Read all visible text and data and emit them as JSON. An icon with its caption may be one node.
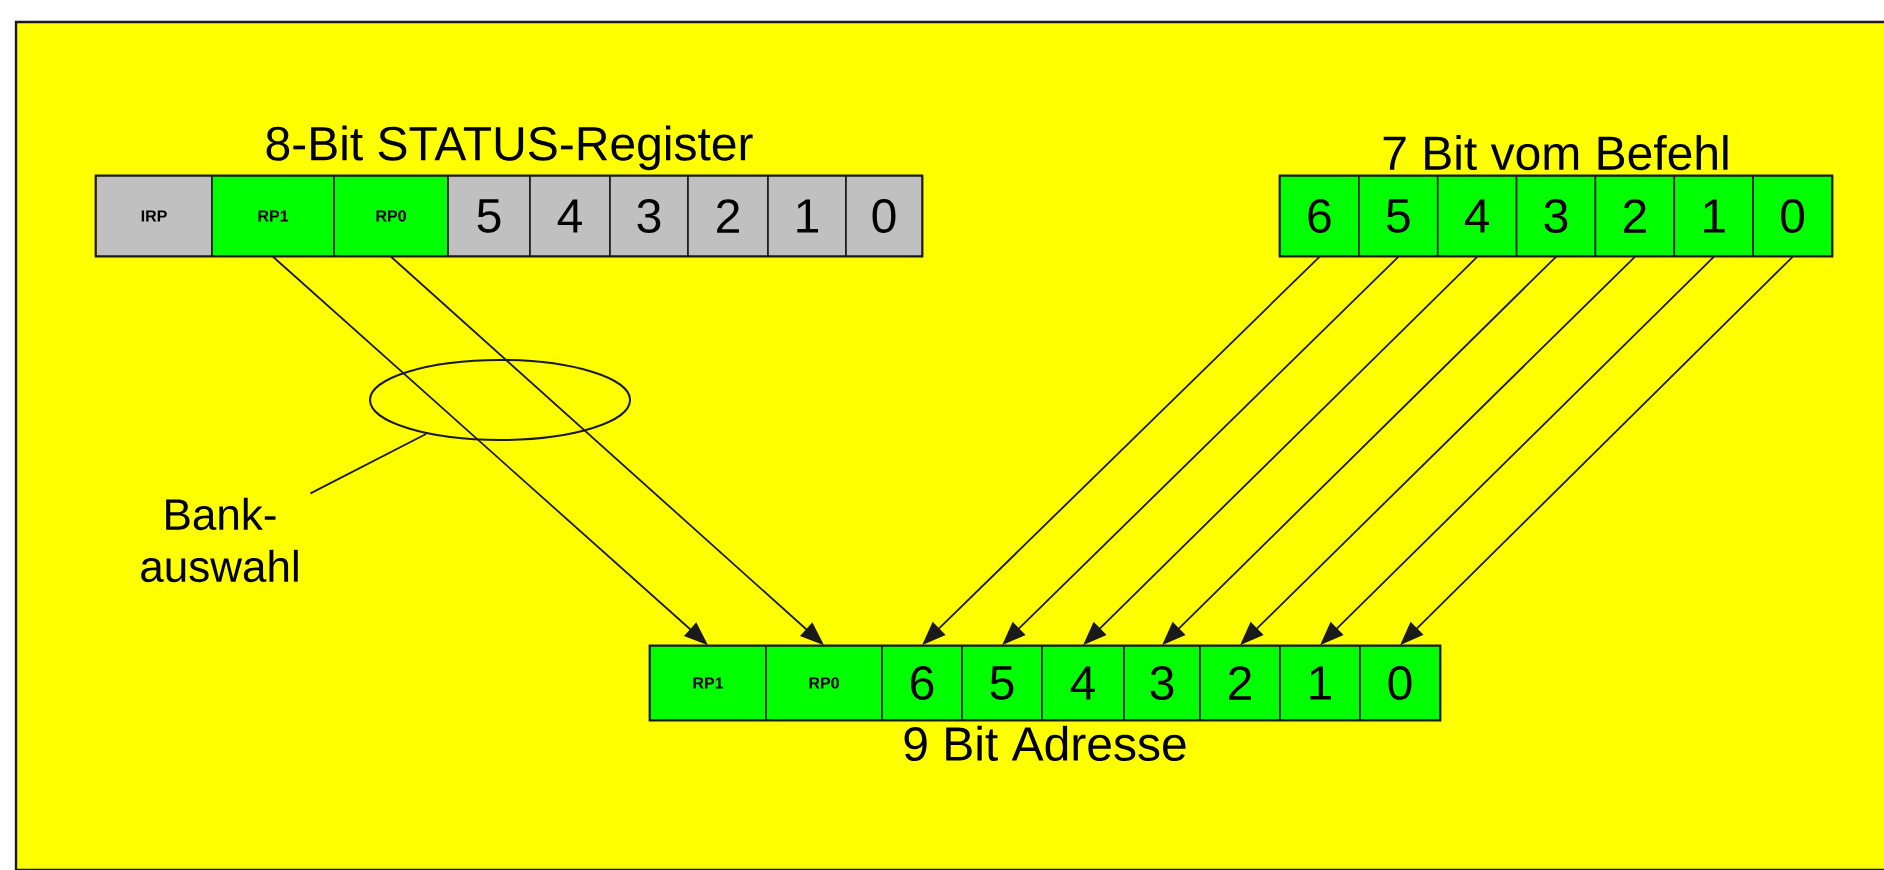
{
  "diagram": {
    "nodes": [
      {
        "text": [
          "8-Bit STATUS-Register"
        ]
      },
      {
        "text": [
          "IRP"
        ],
        "in": 0
      },
      {
        "text": [
          "RP1"
        ],
        "in": 0
      },
      {
        "text": [
          "RP0"
        ],
        "in": 0
      },
      {
        "text": [
          "5"
        ],
        "in": 0
      },
      {
        "text": [
          "4"
        ],
        "in": 0
      },
      {
        "text": [
          "3"
        ],
        "in": 0
      },
      {
        "text": [
          "2"
        ],
        "in": 0
      },
      {
        "text": [
          "1"
        ],
        "in": 0
      },
      {
        "text": [
          "0"
        ],
        "in": 0
      },
      {
        "text": [
          "7 Bit vom Befehl"
        ]
      },
      {
        "text": [
          "6"
        ],
        "in": 10
      },
      {
        "text": [
          "5"
        ],
        "in": 10
      },
      {
        "text": [
          "4"
        ],
        "in": 10
      },
      {
        "text": [
          "3"
        ],
        "in": 10
      },
      {
        "text": [
          "2"
        ],
        "in": 10
      },
      {
        "text": [
          "1"
        ],
        "in": 10
      },
      {
        "text": [
          "0"
        ],
        "in": 10
      },
      {
        "text": [
          "9 Bit Adresse"
        ]
      },
      {
        "text": [
          "RP1"
        ],
        "in": 18
      },
      {
        "text": [
          "RP0"
        ],
        "in": 18
      },
      {
        "text": [
          "6"
        ],
        "in": 18
      },
      {
        "text": [
          "5"
        ],
        "in": 18
      },
      {
        "text": [
          "4"
        ],
        "in": 18
      },
      {
        "text": [
          "3"
        ],
        "in": 18
      },
      {
        "text": [
          "2"
        ],
        "in": 18
      },
      {
        "text": [
          "1"
        ],
        "in": 18
      },
      {
        "text": [
          "0"
        ],
        "in": 18
      },
      {
        "text": [
          "Bank- auswahl"
        ]
      }
    ],
    "edges": [
      {
        "from": 2,
        "to": 19,
        "arrow": "to"
      },
      {
        "from": 3,
        "to": 20,
        "arrow": "to"
      },
      {
        "from": 11,
        "to": 21,
        "arrow": "to"
      },
      {
        "from": 12,
        "to": 22,
        "arrow": "to"
      },
      {
        "from": 13,
        "to": 23,
        "arrow": "to"
      },
      {
        "from": 14,
        "to": 24,
        "arrow": "to"
      },
      {
        "from": 15,
        "to": 25,
        "arrow": "to"
      },
      {
        "from": 16,
        "to": 26,
        "arrow": "to"
      },
      {
        "from": 17,
        "to": 27,
        "arrow": "to"
      },
      {
        "from": 28,
        "to": null,
        "arrow": "none"
      }
    ]
  }
}
